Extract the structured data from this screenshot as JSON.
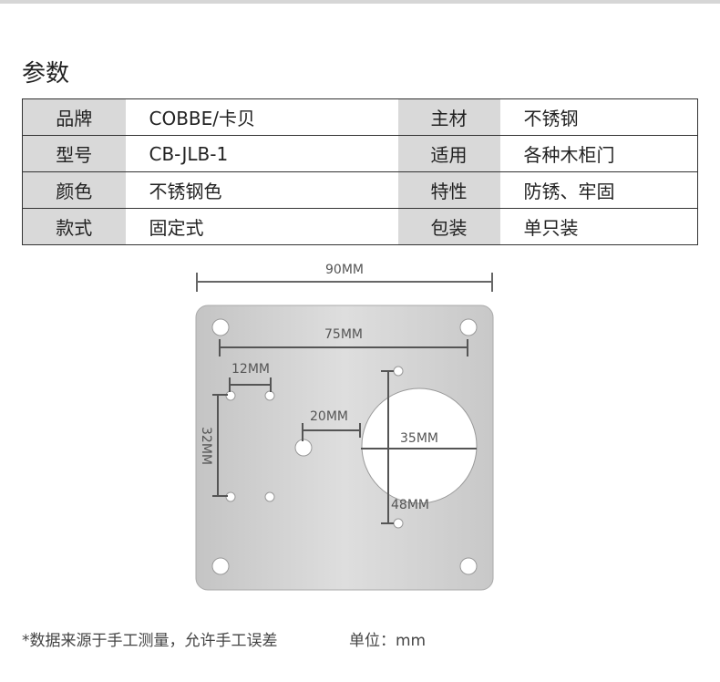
{
  "title": "参数",
  "rows": [
    {
      "label": "品牌",
      "value": "COBBE/卡贝",
      "label2": "主材",
      "value2": "不锈钢"
    },
    {
      "label": "型号",
      "value": "CB-JLB-1",
      "label2": "适用",
      "value2": "各种木柜门"
    },
    {
      "label": "颜色",
      "value": "不锈钢色",
      "label2": "特性",
      "value2": "防锈、牢固"
    },
    {
      "label": "款式",
      "value": "固定式",
      "label2": "包装",
      "value2": "单只装"
    }
  ],
  "diagram": {
    "overall": "90MM",
    "corner_spacing": "75MM",
    "small_spacing": "12MM",
    "vertical_spacing": "32MM",
    "offset": "20MM",
    "hole_diameter": "35MM",
    "hole_spacing": "48MM"
  },
  "footer": {
    "note": "*数据来源于手工测量，允许手工误差",
    "unit": "单位：mm"
  }
}
